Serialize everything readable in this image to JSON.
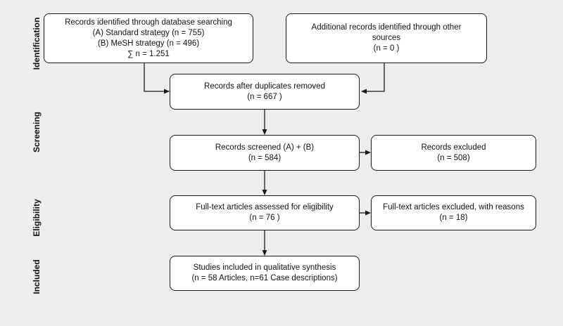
{
  "stages": {
    "identification": "Identification",
    "screening": "Screening",
    "eligibility": "Eligibility",
    "included": "Included"
  },
  "boxes": {
    "database_search": {
      "lines": [
        "Records identified through  database searching",
        "(A) Standard  strategy (n = 755)",
        "(B) MeSH  strategy  (n = 496)",
        "∑ n = 1.251"
      ]
    },
    "other_sources": {
      "lines": [
        "Additional records identified through other",
        "sources",
        "(n = 0 )"
      ]
    },
    "duplicates_removed": {
      "lines": [
        "Records after duplicates  removed",
        "(n = 667 )"
      ]
    },
    "screened": {
      "lines": [
        "Records screened (A) + (B)",
        "(n = 584)"
      ]
    },
    "excluded": {
      "lines": [
        "Records excluded",
        "(n = 508)"
      ]
    },
    "fulltext_assessed": {
      "lines": [
        "Full-text  articles assessed for eligibility",
        "(n = 76 )"
      ]
    },
    "fulltext_excluded": {
      "lines": [
        "Full-text  articles excluded,  with reasons",
        "(n = 18)"
      ]
    },
    "included_synthesis": {
      "lines": [
        "Studies  included in qualitative synthesis",
        "(n = 58 Articles, n=61 Case descriptions)"
      ]
    }
  }
}
